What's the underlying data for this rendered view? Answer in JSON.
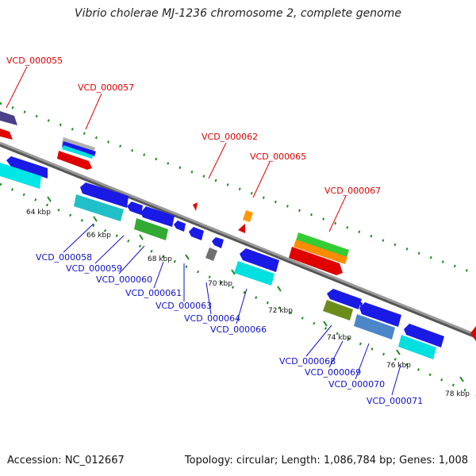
{
  "title": "Vibrio cholerae MJ-1236 chromosome 2, complete genome",
  "footer": {
    "accession": "Accession: NC_012667",
    "genome_info": "Topology: circular; Length: 1,086,784 bp; Genes: 1,008"
  },
  "colors": {
    "forward_label": "#e00000",
    "reverse_label": "#1010c8",
    "backbone": "#8a8a8a",
    "tick_dots": "#1a8a1a"
  },
  "ticks": [
    "64 kbp",
    "66 kbp",
    "68 kbp",
    "70 kbp",
    "72 kbp",
    "74 kbp",
    "76 kbp",
    "78 kbp"
  ],
  "forward_labels": [
    "VCD_000055",
    "VCD_000057",
    "VCD_000062",
    "VCD_000065",
    "VCD_000067"
  ],
  "reverse_labels": [
    "VCD_000058",
    "VCD_000059",
    "VCD_000060",
    "VCD_000061",
    "VCD_000063",
    "VCD_000064",
    "VCD_000066",
    "VCD_000068",
    "VCD_000069",
    "VCD_000070",
    "VCD_000071"
  ]
}
